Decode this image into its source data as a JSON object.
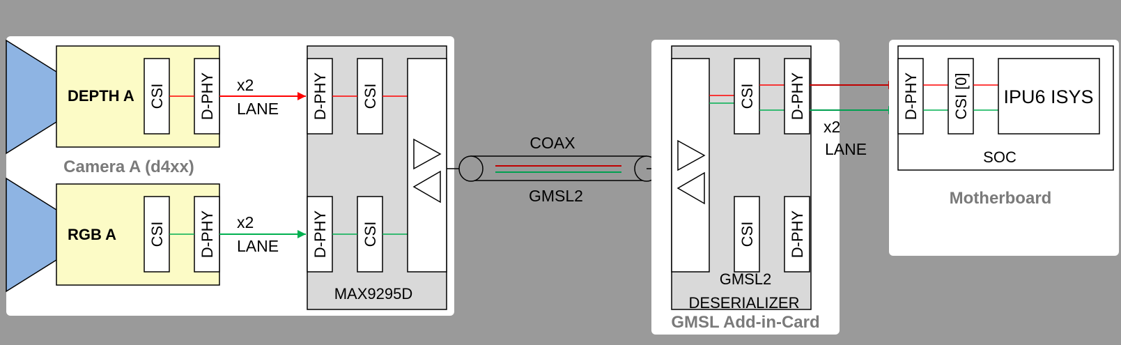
{
  "colors": {
    "background": "#9a9a9a",
    "panel": "#ffffff",
    "chip": "#d9d9d9",
    "sensor": "#fcfbc6",
    "lens": "#8eb4e3",
    "depth_line": "#ff0000",
    "depth_arrow": "#c00000",
    "rgb_line": "#00b050",
    "rgb_arrow": "#00a050",
    "coax_red": "#c00000",
    "coax_green": "#00a050",
    "title_gray": "#7a7a7a"
  },
  "camera": {
    "title": "Camera A (d4xx)",
    "depth": {
      "sensor_label": "DEPTH A",
      "csi_label": "CSI",
      "dphy_label": "D-PHY",
      "lane_count": "x2",
      "lane_word": "LANE"
    },
    "rgb": {
      "sensor_label": "RGB A",
      "csi_label": "CSI",
      "dphy_label": "D-PHY",
      "lane_count": "x2",
      "lane_word": "LANE"
    },
    "serializer": {
      "label": "MAX9295D",
      "top": {
        "dphy_label": "D-PHY",
        "csi_label": "CSI"
      },
      "bottom": {
        "dphy_label": "D-PHY",
        "csi_label": "CSI"
      }
    }
  },
  "cable": {
    "top_label": "COAX",
    "bottom_label": "GMSL2"
  },
  "addin_card": {
    "title": "GMSL Add-in-Card",
    "deserializer": {
      "label_line1": "GMSL2",
      "label_line2": "DESERIALIZER",
      "top": {
        "csi_label": "CSI",
        "dphy_label": "D-PHY"
      },
      "bottom": {
        "csi_label": "CSI",
        "dphy_label": "D-PHY"
      }
    },
    "lane_count": "x2",
    "lane_word": "LANE"
  },
  "motherboard": {
    "title": "Motherboard",
    "soc": {
      "label": "SOC",
      "dphy_label": "D-PHY",
      "csi_label": "CSI [0]",
      "isys_label": "IPU6 ISYS"
    }
  }
}
